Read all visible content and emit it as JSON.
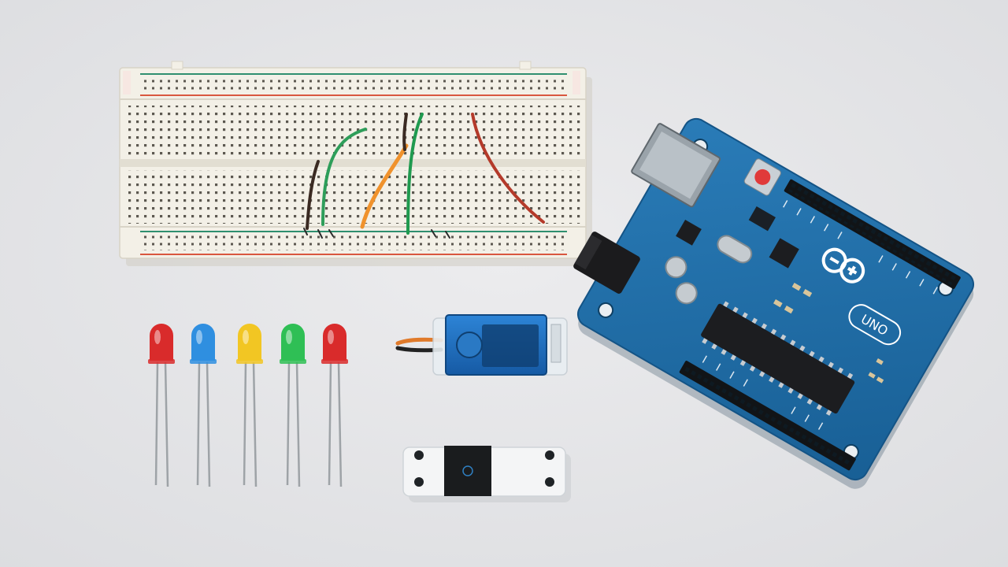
{
  "scene": {
    "background": "#e4e5e7",
    "objects": [
      "breadboard",
      "arduino-board",
      "relay-module",
      "sensor-module",
      "leds"
    ]
  },
  "breadboard": {
    "body_color": "#f2efe6",
    "rail_red": "#d9573f",
    "rail_blue": "#2f8f6f",
    "wire_colors": [
      "#3a2a22",
      "#2e9e5a",
      "#f0922c",
      "#1f9a4f",
      "#c0392b"
    ]
  },
  "arduino": {
    "board_color": "#1f6fa6",
    "silkscreen_text": "UNO",
    "logo": "arduino-logo",
    "reset_button_color": "#e03a3a"
  },
  "relay": {
    "body_color": "#1a6ec2",
    "wire_colors": [
      "#e07a2a",
      "#222222"
    ]
  },
  "leds": [
    {
      "color": "#d92b2b"
    },
    {
      "color": "#2f8fe0"
    },
    {
      "color": "#f2c623"
    },
    {
      "color": "#2fbf55"
    },
    {
      "color": "#d92b2b"
    }
  ]
}
